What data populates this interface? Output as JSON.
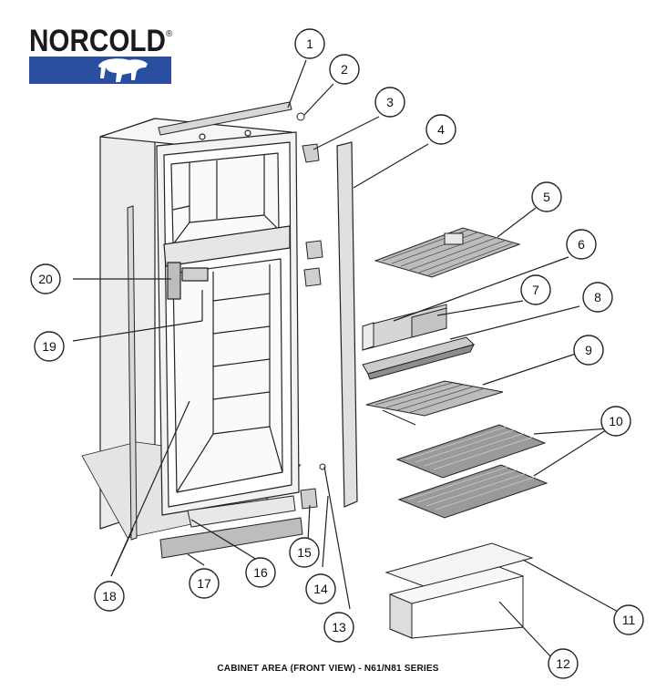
{
  "logo": {
    "brand": "NORCOLD",
    "registered_mark": "®",
    "bar_color": "#2a4fa0"
  },
  "callouts": [
    "1",
    "2",
    "3",
    "4",
    "5",
    "6",
    "7",
    "8",
    "9",
    "10",
    "11",
    "12",
    "13",
    "14",
    "15",
    "16",
    "17",
    "18",
    "19",
    "20"
  ],
  "caption": "CABINET AREA (FRONT VIEW)  -  N61/N81 SERIES",
  "colors": {
    "line": "#222222",
    "fill_light": "#f3f3f3",
    "fill_mid": "#dcdcdc",
    "fill_dark": "#9a9a9a"
  }
}
